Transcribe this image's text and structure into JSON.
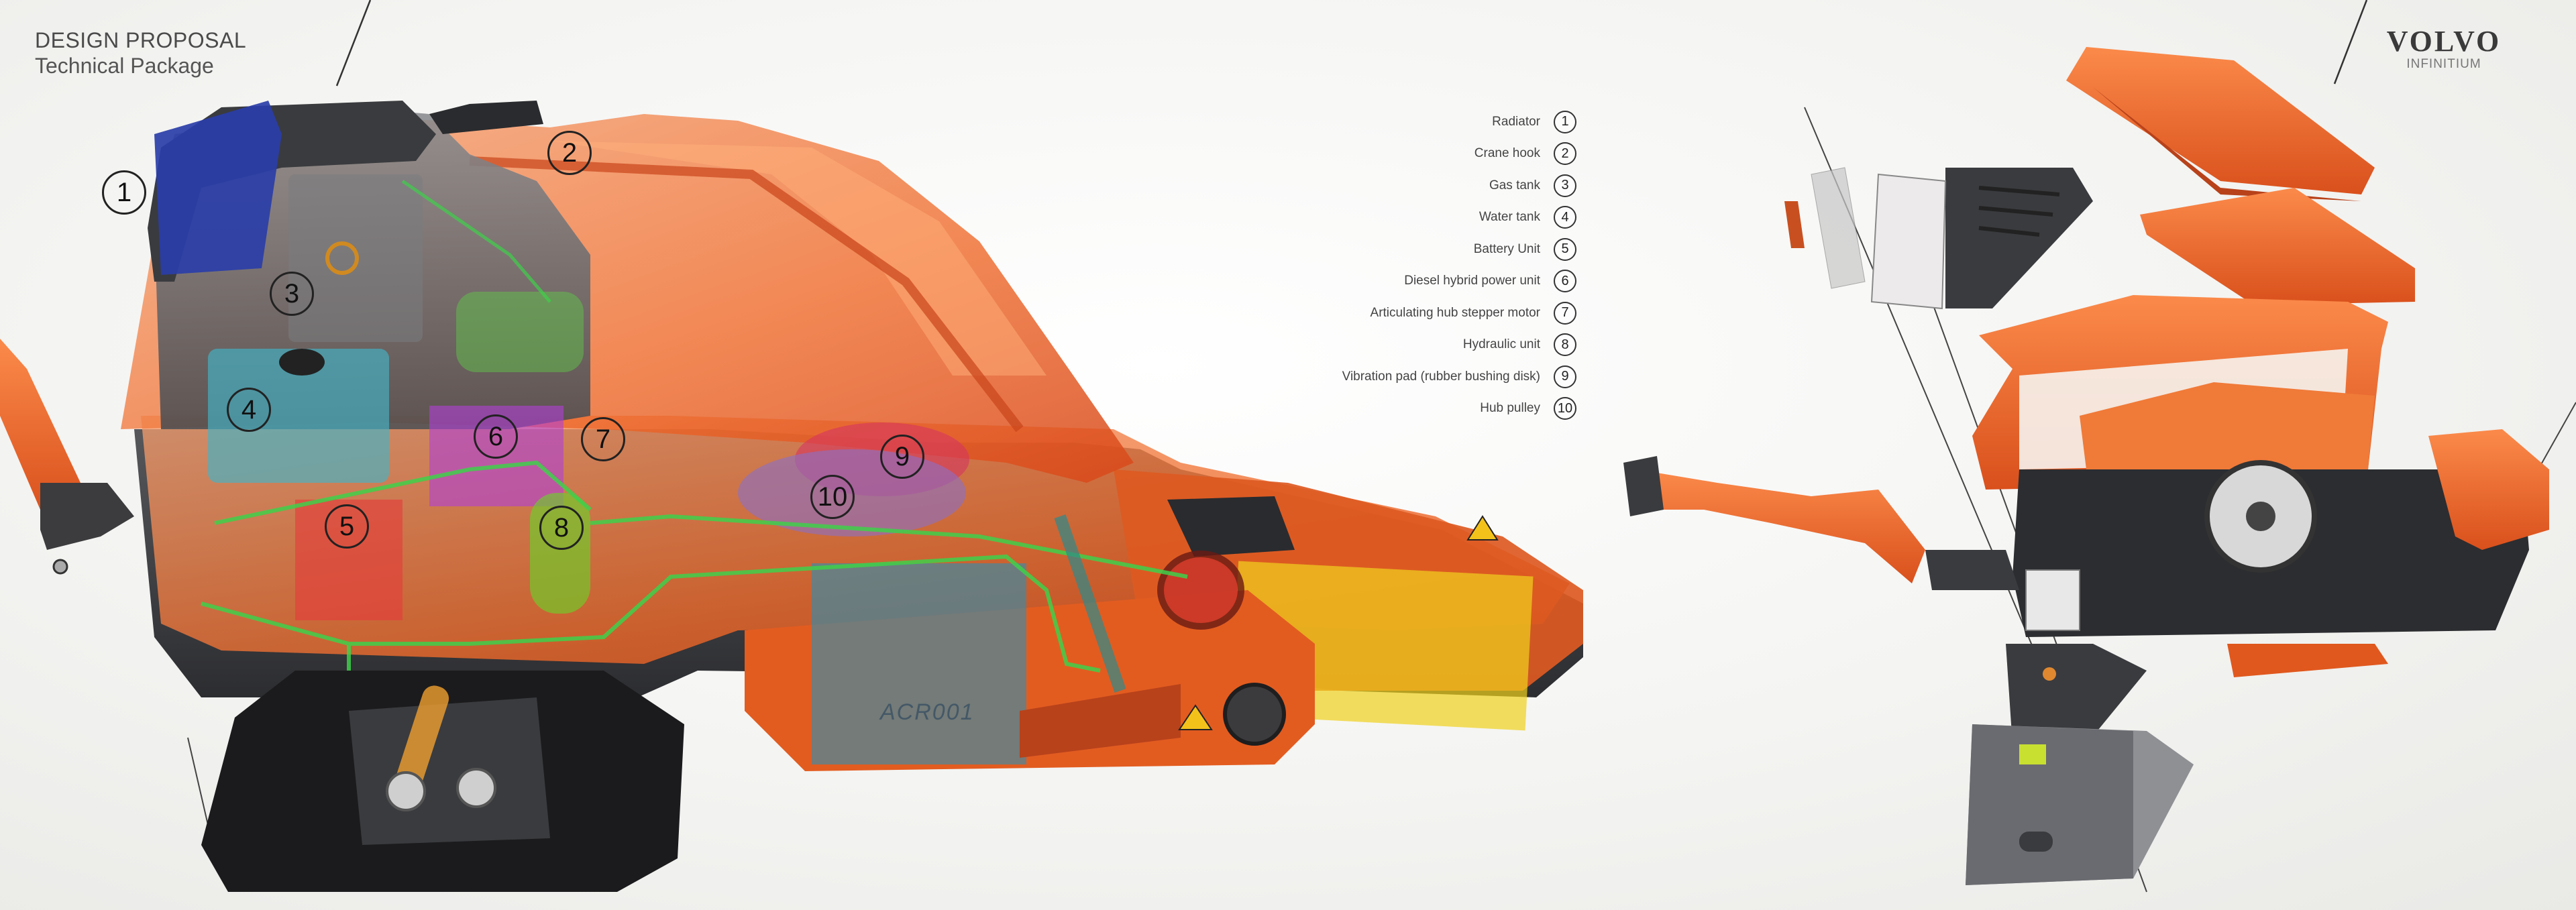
{
  "header": {
    "title": "DESIGN PROPOSAL",
    "subtitle": "Technical Package"
  },
  "brand": {
    "name": "VOLVO",
    "product": "INFINITIUM"
  },
  "legend": [
    {
      "number": "1",
      "label": "Radiator"
    },
    {
      "number": "2",
      "label": "Crane hook"
    },
    {
      "number": "3",
      "label": "Gas tank"
    },
    {
      "number": "4",
      "label": "Water tank"
    },
    {
      "number": "5",
      "label": "Battery Unit"
    },
    {
      "number": "6",
      "label": "Diesel hybrid power unit"
    },
    {
      "number": "7",
      "label": "Articulating hub stepper motor"
    },
    {
      "number": "8",
      "label": "Hydraulic unit"
    },
    {
      "number": "9",
      "label": "Vibration pad (rubber bushing disk)"
    },
    {
      "number": "10",
      "label": "Hub pulley"
    }
  ],
  "callouts": [
    "1",
    "2",
    "3",
    "4",
    "5",
    "6",
    "7",
    "8",
    "9",
    "10"
  ],
  "plate_text": "ACR001",
  "colors": {
    "body_orange": "#f06a2a",
    "dark_shell": "#3c3c3e",
    "radiator_blue": "#2a3ea8"
  }
}
